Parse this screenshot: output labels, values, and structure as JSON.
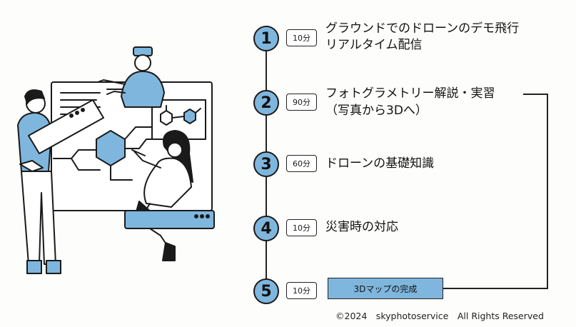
{
  "steps": [
    {
      "number": "1",
      "duration": "10分",
      "lines": [
        "グラウンドでのドローンのデモ飛行",
        "リアルタイム配信"
      ]
    },
    {
      "number": "2",
      "duration": "90分",
      "lines": [
        "フォトグラメトリー解説・実習",
        "（写真から3Dへ）"
      ]
    },
    {
      "number": "3",
      "duration": "60分",
      "lines": [
        "ドローンの基礎知識"
      ]
    },
    {
      "number": "4",
      "duration": "10分",
      "lines": [
        "災害時の対応"
      ]
    },
    {
      "number": "5",
      "duration": "10分",
      "lines": [
        "3Dマップの完成"
      ]
    }
  ],
  "footer": {
    "copyright": "©2024　skyphotoservice　All Rights Reserved"
  },
  "colors": {
    "accent": "#7fb6dd",
    "line": "#222222"
  }
}
